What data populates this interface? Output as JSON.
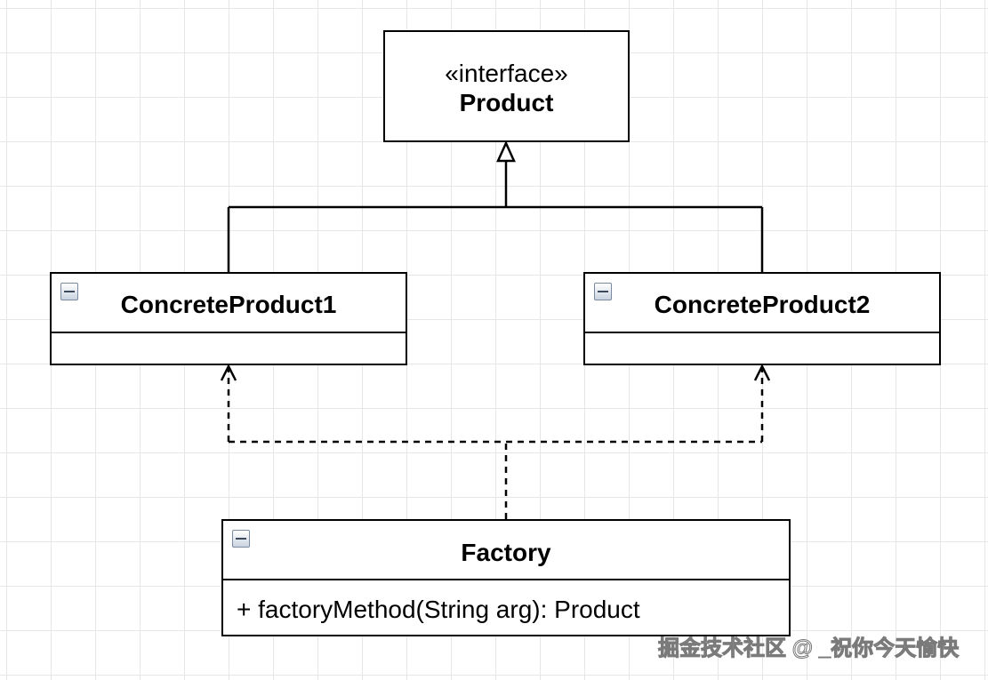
{
  "interface": {
    "stereotype": "«interface»",
    "name": "Product"
  },
  "concrete_product_1": {
    "name": "ConcreteProduct1"
  },
  "concrete_product_2": {
    "name": "ConcreteProduct2"
  },
  "factory": {
    "name": "Factory",
    "method": "+ factoryMethod(String arg): Product"
  },
  "watermark": "掘金技术社区 @ _祝你今天愉快",
  "colors": {
    "line": "#000000",
    "grid": "#e6e6e6",
    "background": "#ffffff"
  }
}
